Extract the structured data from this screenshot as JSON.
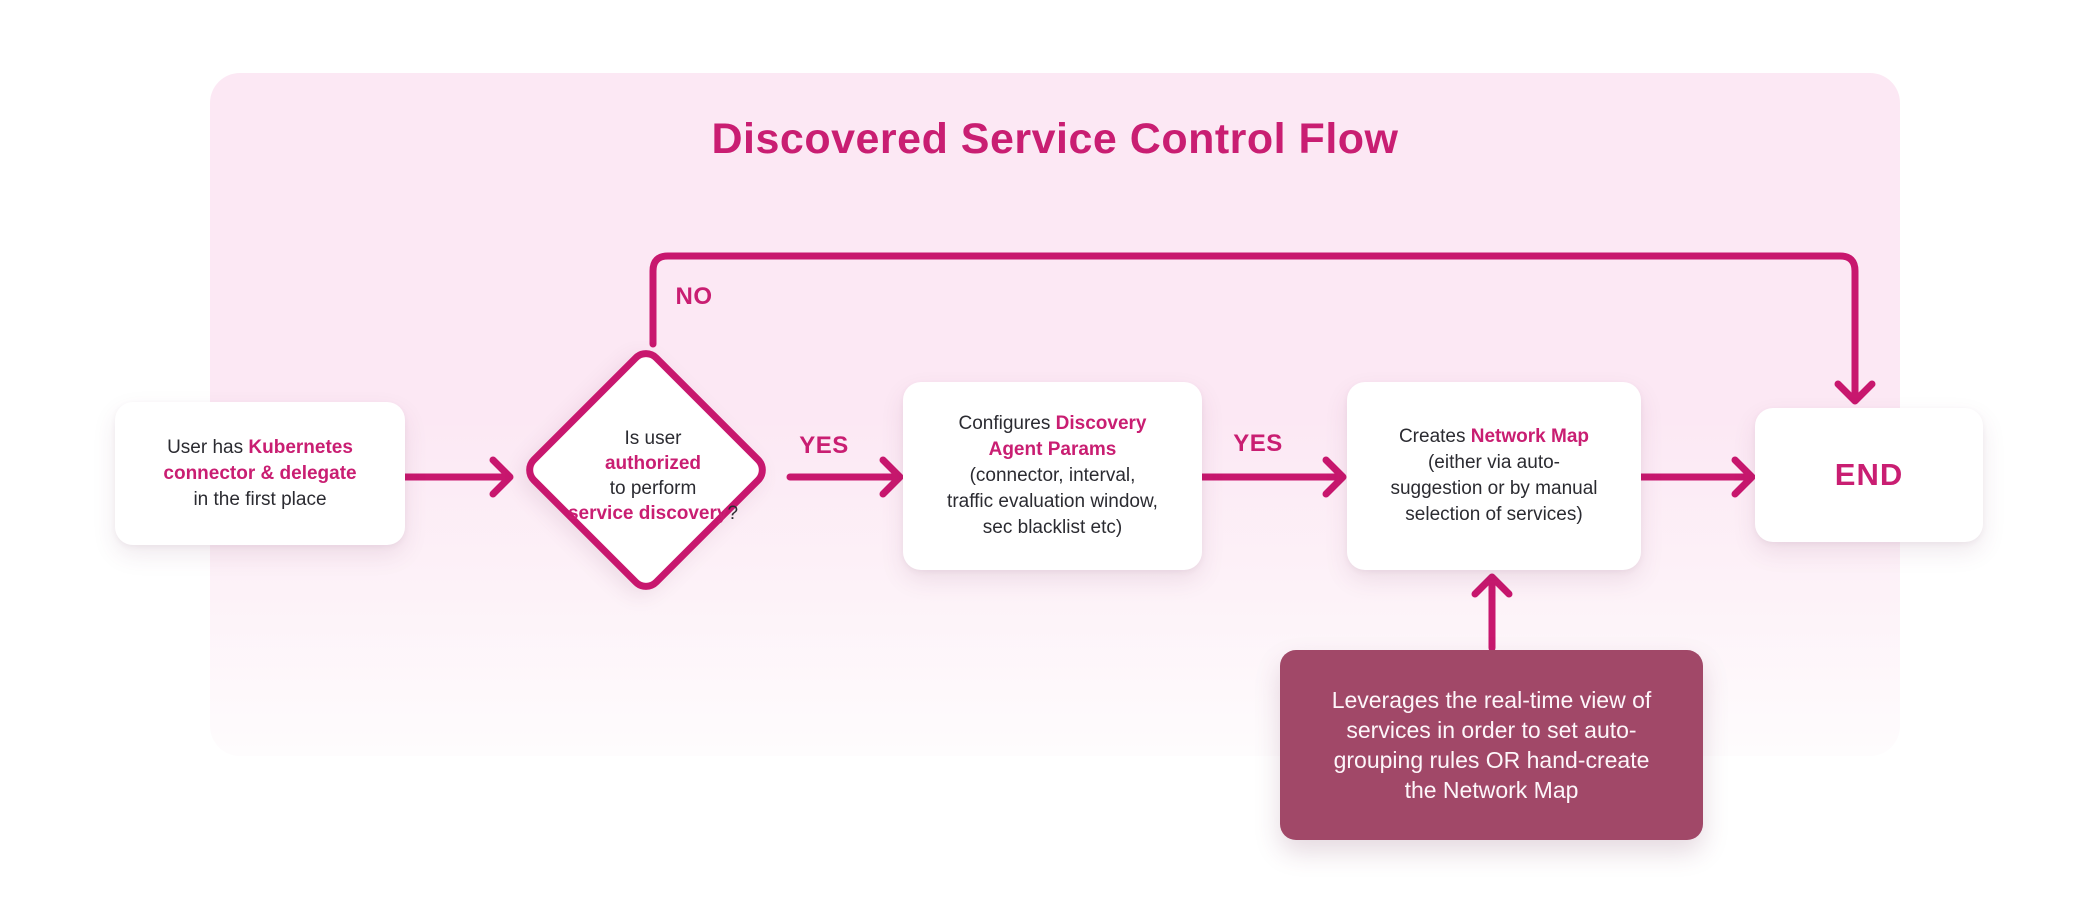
{
  "title": "Discovered Service Control Flow",
  "colors": {
    "accent_pink": "#C91E72",
    "connector_pink": "#C8176E",
    "background_pink": "#FCE8F4",
    "note_background": "#A14868",
    "node_background": "#FFFFFF",
    "body_text": "#2B2B31",
    "note_text": "#FDF6FA"
  },
  "edge_labels": {
    "no": "NO",
    "yes_decision_to_config": "YES",
    "yes_config_to_create": "YES"
  },
  "nodes": {
    "start": {
      "line1_prefix": "User has ",
      "line1_highlight": "Kubernetes",
      "line2_highlight": "connector & delegate",
      "line3": "in the first place"
    },
    "decision": {
      "line1": "Is user",
      "line2_highlight": "authorized",
      "line3": "to perform",
      "line4_highlight": "service discovery",
      "line4_suffix": "?"
    },
    "configure": {
      "line1_prefix": "Configures ",
      "line1_highlight": "Discovery",
      "line2_highlight": "Agent Params",
      "line3": "(connector, interval,",
      "line4": "traffic evaluation window,",
      "line5": "sec blacklist etc)"
    },
    "create": {
      "line1_prefix": "Creates ",
      "line1_highlight": "Network Map",
      "line2": "(either via auto-",
      "line3": "suggestion or by manual",
      "line4": "selection of services)"
    },
    "end": {
      "label": "END"
    },
    "note": {
      "line1": "Leverages the real-time view of",
      "line2": "services in order to set auto-",
      "line3": "grouping rules OR hand-create",
      "line4": "the Network Map"
    }
  }
}
